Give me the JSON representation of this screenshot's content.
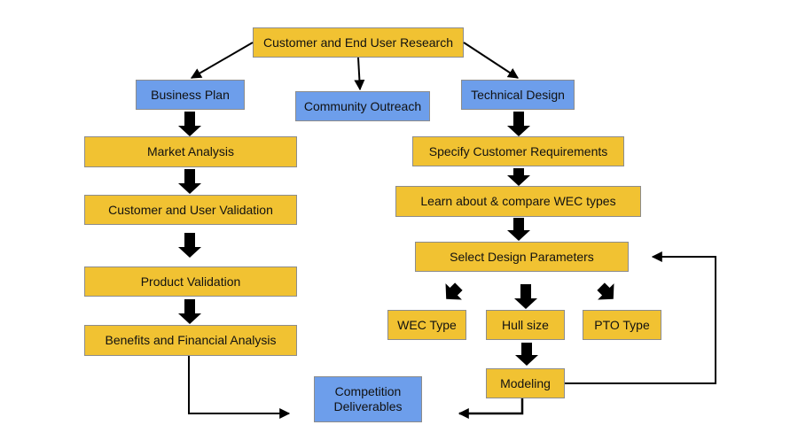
{
  "colors": {
    "yellow_box": "#f1c232",
    "blue_box": "#6d9eeb",
    "border": "#8c8c8c",
    "arrow": "#000000"
  },
  "nodes": {
    "root": "Customer and End User Research",
    "business_plan": "Business Plan",
    "community_outreach": "Community Outreach",
    "technical_design": "Technical Design",
    "market_analysis": "Market Analysis",
    "customer_user_validation": "Customer and User Validation",
    "product_validation": "Product Validation",
    "benefits_financial": "Benefits and Financial Analysis",
    "competition_deliverables": "Competition Deliverables",
    "specify_requirements": "Specify Customer Requirements",
    "learn_compare_wec": "Learn about & compare WEC types",
    "select_parameters": "Select Design Parameters",
    "wec_type": "WEC Type",
    "hull_size": "Hull size",
    "pto_type": "PTO Type",
    "modeling": "Modeling"
  }
}
